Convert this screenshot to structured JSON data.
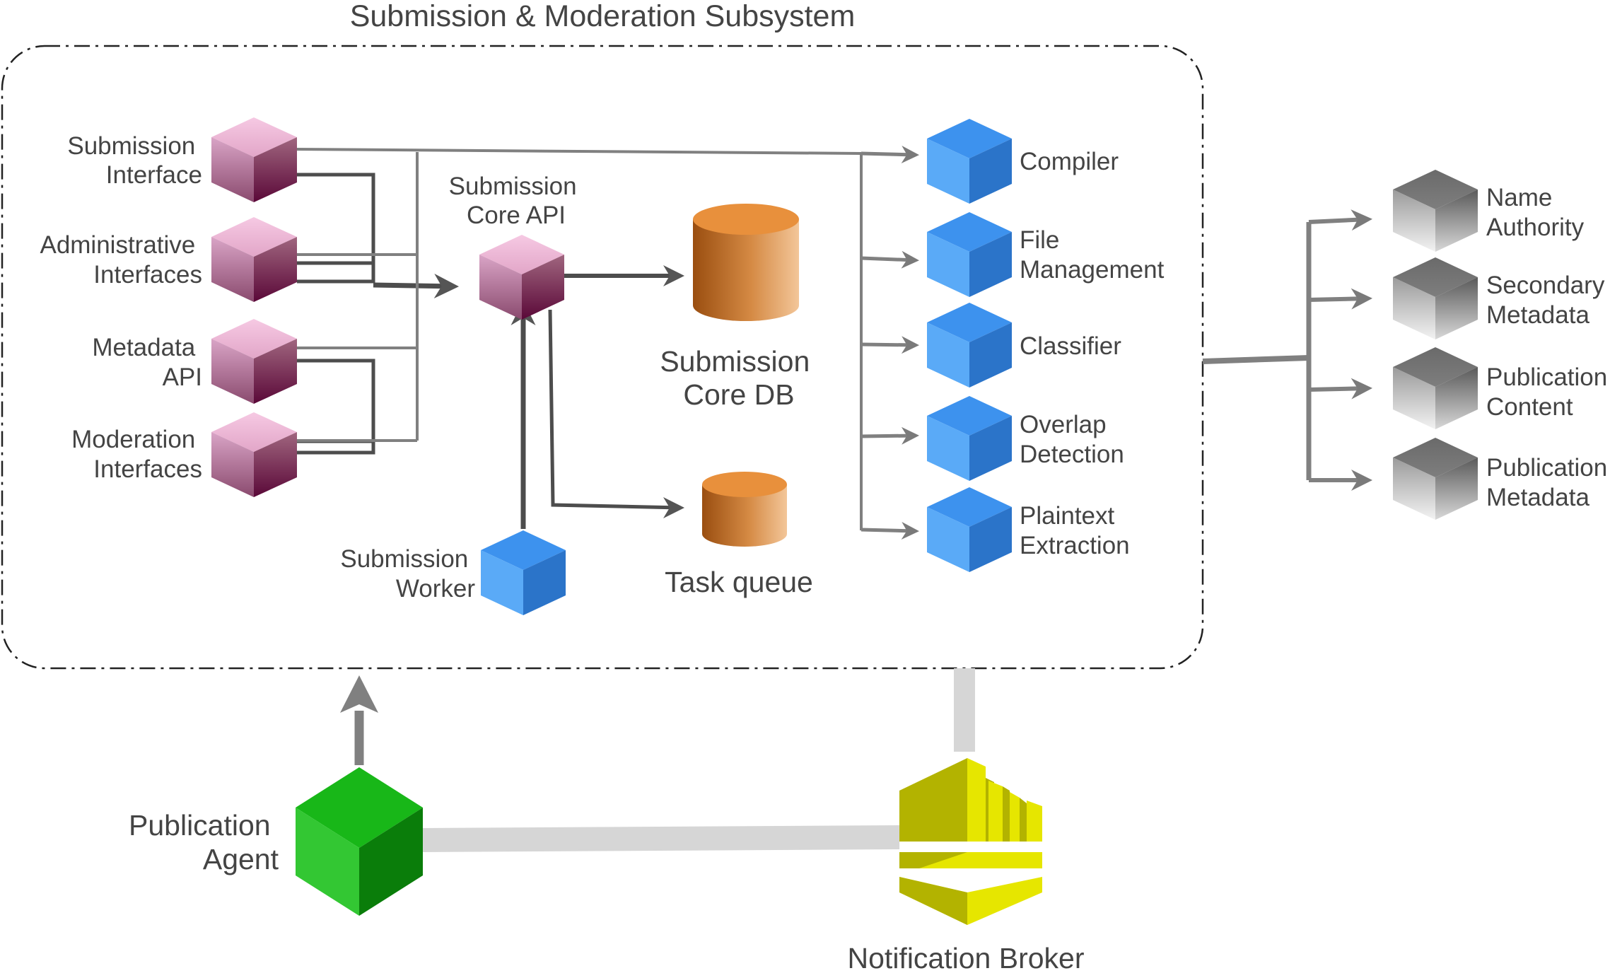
{
  "subsystem": {
    "title": "Submission & Moderation Subsystem"
  },
  "clients": {
    "submission_interface": [
      "Submission",
      "Interface"
    ],
    "administrative_interfaces": [
      "Administrative",
      "Interfaces"
    ],
    "metadata_api": [
      "Metadata",
      "API"
    ],
    "moderation_interfaces": [
      "Moderation",
      "Interfaces"
    ]
  },
  "core": {
    "core_api": [
      "Submission",
      "Core API"
    ],
    "core_db": [
      "Submission",
      "Core DB"
    ],
    "task_queue": "Task queue",
    "worker": [
      "Submission",
      "Worker"
    ]
  },
  "services": {
    "compiler": [
      "Compiler"
    ],
    "file_management": [
      "File",
      "Management"
    ],
    "classifier": [
      "Classifier"
    ],
    "overlap_detection": [
      "Overlap",
      "Detection"
    ],
    "plaintext_extraction": [
      "Plaintext",
      "Extraction"
    ]
  },
  "external": {
    "name_authority": [
      "Name",
      "Authority"
    ],
    "secondary_metadata": [
      "Secondary",
      "Metadata"
    ],
    "publication_content": [
      "Publication",
      "Content"
    ],
    "publication_metadata": [
      "Publication",
      "Metadata"
    ]
  },
  "bottom": {
    "publication_agent": [
      "Publication",
      "Agent"
    ],
    "notification_broker": "Notification Broker"
  },
  "colors": {
    "pink_top": "#f0b8d8",
    "pink_left": "#b87a9c",
    "pink_right": "#5e0a3c",
    "blue_top": "#3d92ee",
    "blue_left": "#5aaaf7",
    "blue_right": "#2b74c9",
    "gray_top": "#6e6e6e",
    "gray_left": "#d6d6d6",
    "gray_right": "#8c8c8c",
    "green_top": "#18b718",
    "green_left": "#33c733",
    "green_right": "#0a7d0a",
    "orange": "#e8903c",
    "yellow": "#e6e600",
    "olive": "#b3b300"
  }
}
